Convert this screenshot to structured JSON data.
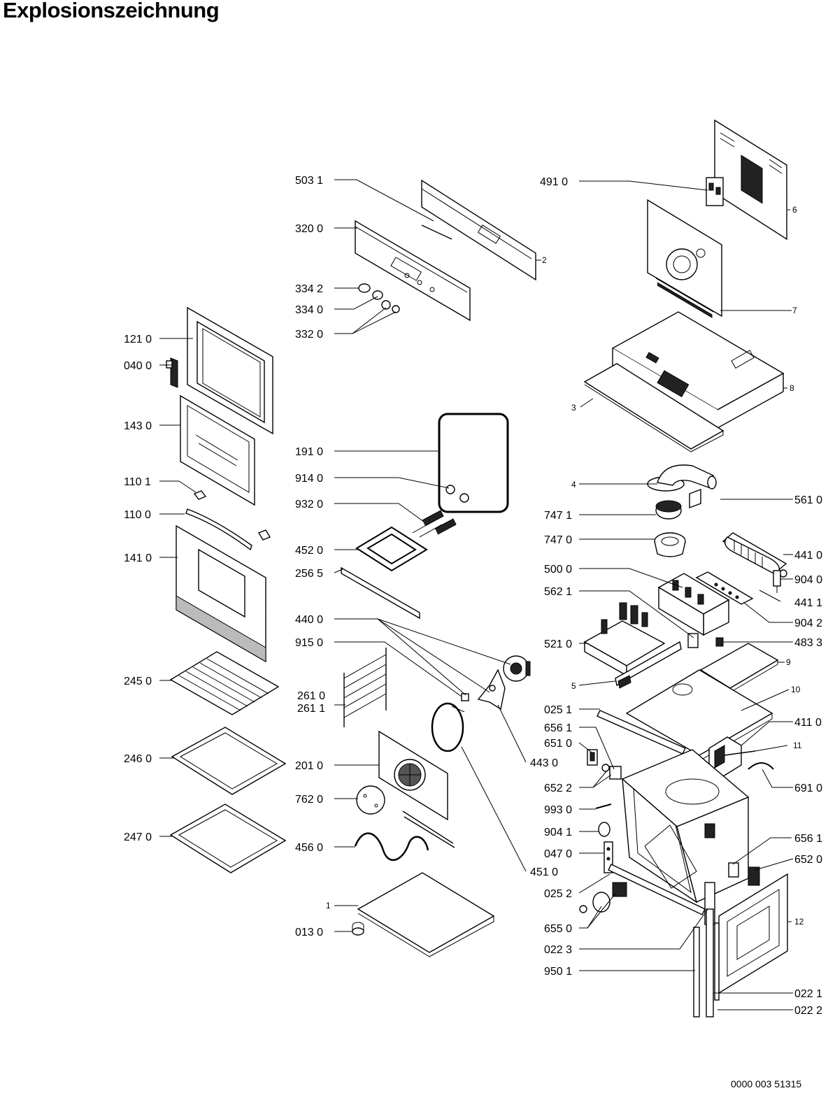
{
  "title": "Explosionszeichnung",
  "document_number": "0000 003 51315",
  "parts": [
    {
      "id": "p5031",
      "label": "503 1"
    },
    {
      "id": "p3200",
      "label": "320 0"
    },
    {
      "id": "p3342",
      "label": "334 2"
    },
    {
      "id": "p3340",
      "label": "334 0"
    },
    {
      "id": "p3320",
      "label": "332 0"
    },
    {
      "id": "p4910",
      "label": "491 0"
    },
    {
      "id": "p2",
      "label": "2"
    },
    {
      "id": "p6",
      "label": "6"
    },
    {
      "id": "p7",
      "label": "7"
    },
    {
      "id": "p8",
      "label": "8"
    },
    {
      "id": "p3",
      "label": "3"
    },
    {
      "id": "p1210",
      "label": "121 0"
    },
    {
      "id": "p0400",
      "label": "040 0"
    },
    {
      "id": "p1430",
      "label": "143 0"
    },
    {
      "id": "p1101",
      "label": "110 1"
    },
    {
      "id": "p1100",
      "label": "110 0"
    },
    {
      "id": "p1410",
      "label": "141 0"
    },
    {
      "id": "p2450",
      "label": "245 0"
    },
    {
      "id": "p2460",
      "label": "246 0"
    },
    {
      "id": "p2470",
      "label": "247 0"
    },
    {
      "id": "p1910",
      "label": "191 0"
    },
    {
      "id": "p9140",
      "label": "914 0"
    },
    {
      "id": "p9320",
      "label": "932 0"
    },
    {
      "id": "p4520",
      "label": "452 0"
    },
    {
      "id": "p2565",
      "label": "256 5"
    },
    {
      "id": "p4400",
      "label": "440 0"
    },
    {
      "id": "p9150",
      "label": "915 0"
    },
    {
      "id": "p2610",
      "label": "261 0"
    },
    {
      "id": "p2611",
      "label": "261 1"
    },
    {
      "id": "p2010",
      "label": "201 0"
    },
    {
      "id": "p7620",
      "label": "762 0"
    },
    {
      "id": "p4560",
      "label": "456 0"
    },
    {
      "id": "p1",
      "label": "1"
    },
    {
      "id": "p0130",
      "label": "013 0"
    },
    {
      "id": "p4430",
      "label": "443 0"
    },
    {
      "id": "p4510",
      "label": "451 0"
    },
    {
      "id": "p4",
      "label": "4"
    },
    {
      "id": "p5610",
      "label": "561 0"
    },
    {
      "id": "p7471",
      "label": "747 1"
    },
    {
      "id": "p7470",
      "label": "747 0"
    },
    {
      "id": "p4410",
      "label": "441 0"
    },
    {
      "id": "p9040",
      "label": "904 0"
    },
    {
      "id": "p5000",
      "label": "500 0"
    },
    {
      "id": "p4411",
      "label": "441 1"
    },
    {
      "id": "p5621",
      "label": "562 1"
    },
    {
      "id": "p9042",
      "label": "904 2"
    },
    {
      "id": "p5210",
      "label": "521 0"
    },
    {
      "id": "p4833",
      "label": "483 3"
    },
    {
      "id": "p9",
      "label": "9"
    },
    {
      "id": "p5",
      "label": "5"
    },
    {
      "id": "p10",
      "label": "10"
    },
    {
      "id": "p0251",
      "label": "025 1"
    },
    {
      "id": "p6561",
      "label": "656 1"
    },
    {
      "id": "p4110",
      "label": "411 0"
    },
    {
      "id": "p6510",
      "label": "651 0"
    },
    {
      "id": "p11",
      "label": "11"
    },
    {
      "id": "p6522",
      "label": "652 2"
    },
    {
      "id": "p6910",
      "label": "691 0"
    },
    {
      "id": "p9930",
      "label": "993 0"
    },
    {
      "id": "p9041",
      "label": "904 1"
    },
    {
      "id": "p0470",
      "label": "047 0"
    },
    {
      "id": "p6561b",
      "label": "656 1"
    },
    {
      "id": "p6520",
      "label": "652 0"
    },
    {
      "id": "p0252",
      "label": "025 2"
    },
    {
      "id": "p12",
      "label": "12"
    },
    {
      "id": "p6550",
      "label": "655 0"
    },
    {
      "id": "p0223",
      "label": "022 3"
    },
    {
      "id": "p9501",
      "label": "950 1"
    },
    {
      "id": "p0221",
      "label": "022 1"
    },
    {
      "id": "p0222",
      "label": "022 2"
    }
  ]
}
